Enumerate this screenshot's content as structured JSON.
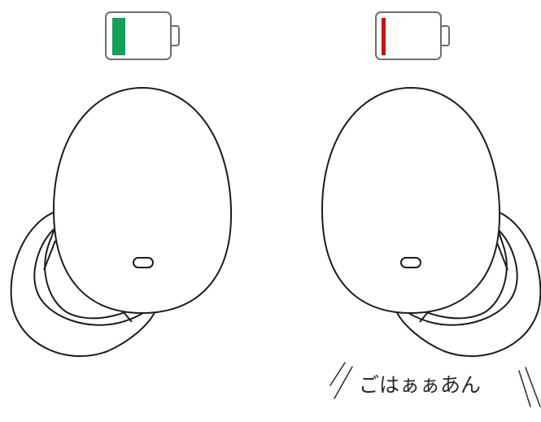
{
  "colors": {
    "outline": "#1c1c1c",
    "battery_outline": "#6e6e6e",
    "battery_high": "#12a05a",
    "battery_low": "#c0160c",
    "background": "#ffffff"
  },
  "earbuds": [
    {
      "side": "left",
      "battery_level": 0.25,
      "battery_status": "high",
      "battery_icon": "battery-charged-icon"
    },
    {
      "side": "right",
      "battery_level": 0.08,
      "battery_status": "low",
      "battery_icon": "battery-low-icon"
    }
  ],
  "caption": {
    "text": "ごはぁぁあん"
  }
}
